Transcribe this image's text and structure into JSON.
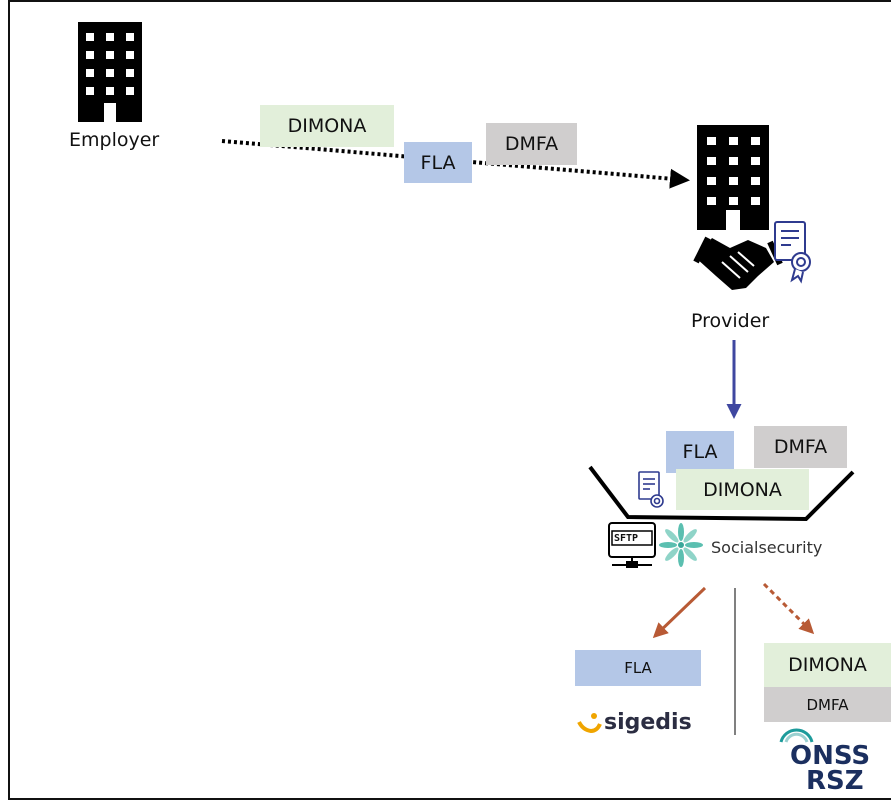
{
  "employer": {
    "label": "Employer"
  },
  "provider": {
    "label": "Provider"
  },
  "transit": {
    "dimona": "DIMONA",
    "fla": "FLA",
    "dmfa": "DMFA"
  },
  "portal": {
    "fla": "FLA",
    "dmfa": "DMFA",
    "dimona": "DIMONA",
    "sftp": "SFTP",
    "socialsecurity": "Socialsecurity"
  },
  "outputs": {
    "fla": "FLA",
    "dimona": "DIMONA",
    "dmfa": "DMFA",
    "sigedis": "sigedis",
    "onss": "ONSS",
    "rsz": "RSZ"
  },
  "colors": {
    "green": "#e2efda",
    "blue": "#b4c7e7",
    "grey": "#d0cece",
    "arrow_blue": "#3f47a0",
    "arrow_brown": "#b85a35"
  }
}
